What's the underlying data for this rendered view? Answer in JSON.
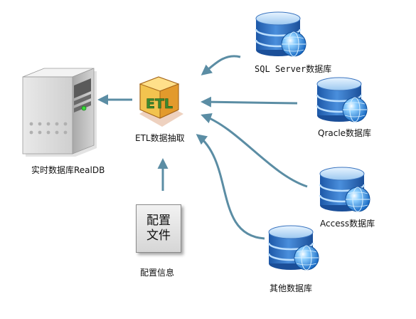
{
  "nodes": {
    "realtime_db": {
      "label": "实时数据库RealDB",
      "icon": "server-icon"
    },
    "etl": {
      "label": "ETL数据抽取",
      "icon": "etl-logo-icon",
      "logo_text": "ETL"
    },
    "sql_server": {
      "label": "SQL Server数据库",
      "icon": "database-icon"
    },
    "oracle": {
      "label": "Qracle数据库",
      "icon": "database-icon"
    },
    "access": {
      "label": "Access数据库",
      "icon": "database-icon"
    },
    "other": {
      "label": "其他数据库",
      "icon": "database-icon"
    },
    "config": {
      "box_line1": "配置",
      "box_line2": "文件",
      "label": "配置信息",
      "icon": "document-icon"
    }
  },
  "colors": {
    "arrow": "#5b8da4",
    "db_blue": "#2f6fc4",
    "db_light": "#bcdcf7",
    "etl_orange": "#e8a33a",
    "etl_green": "#3f9c3f"
  }
}
